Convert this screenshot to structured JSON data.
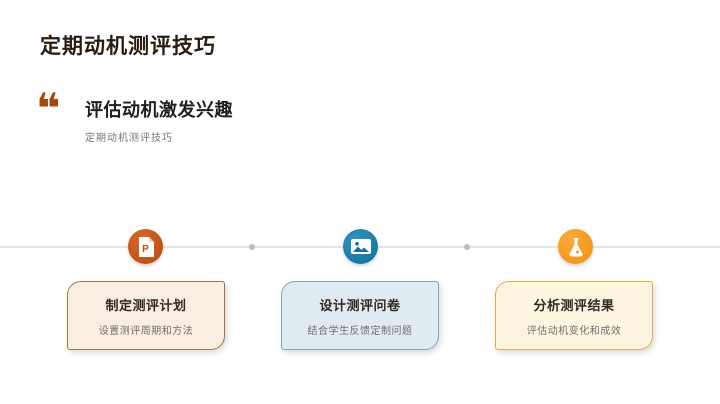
{
  "slide": {
    "title": "定期动机测评技巧",
    "quote": {
      "mark": "❝",
      "heading": "评估动机激发兴趣",
      "subheading": "定期动机测评技巧"
    },
    "steps": [
      {
        "icon": "document-p-icon",
        "icon_letter": "P",
        "circle_color": "#bf500e",
        "card_title": "制定测评计划",
        "card_desc": "设置测评周期和方法",
        "card_bg": "#faeee3",
        "card_border": "#b0703c"
      },
      {
        "icon": "picture-icon",
        "circle_color": "#1479a9",
        "card_title": "设计测评问卷",
        "card_desc": "结合学生反馈定制问题",
        "card_bg": "#dfeaf1",
        "card_border": "#7fa9be"
      },
      {
        "icon": "flask-icon",
        "circle_color": "#f79b18",
        "card_title": "分析测评结果",
        "card_desc": "评估动机变化和成效",
        "card_bg": "#fdf5df",
        "card_border": "#efa93d"
      }
    ],
    "colors": {
      "background": "#ffffff",
      "title_text": "#2b1c10",
      "quote_mark": "#a24a11",
      "heading_text": "#1f1f1f",
      "muted_text": "#757575",
      "timeline_line": "#e4e4e4",
      "timeline_dot": "#bdbdbd"
    }
  }
}
